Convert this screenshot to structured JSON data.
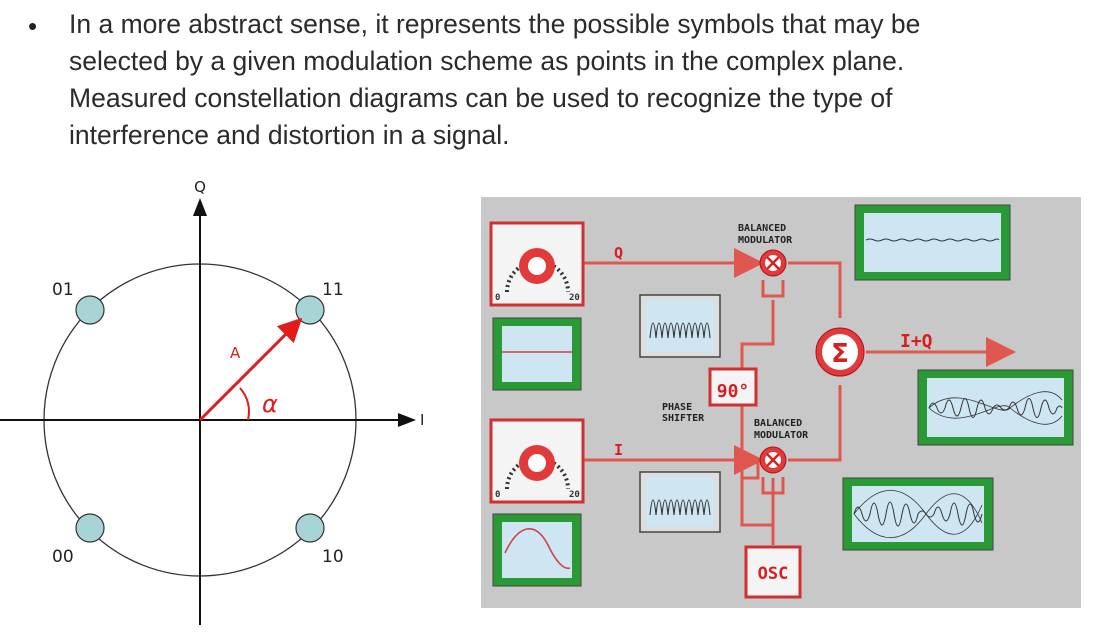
{
  "bullet": {
    "lines": [
      "In a more abstract sense, it represents the possible symbols that may be",
      "selected by a given modulation scheme as points in the complex plane.",
      "Measured constellation diagrams can be used to recognize the type of",
      "interference and distortion in a signal."
    ]
  },
  "constellation": {
    "axis_q_label": "Q",
    "axis_i_label": "I",
    "points": [
      {
        "label": "01",
        "i": -1,
        "q": 1
      },
      {
        "label": "11",
        "i": 1,
        "q": 1
      },
      {
        "label": "00",
        "i": -1,
        "q": -1
      },
      {
        "label": "10",
        "i": 1,
        "q": -1
      }
    ],
    "vector_label": "A",
    "angle_label": "α",
    "colors": {
      "point_fill": "#a8d4d6",
      "vector": "#e21a1a",
      "circle": "#333333"
    }
  },
  "block_diagram": {
    "q_label": "Q",
    "i_label": "I",
    "knob_min": "0",
    "knob_max": "20",
    "top_modulator_label": [
      "BALANCED",
      "MODULATOR"
    ],
    "bottom_modulator_label": [
      "BALANCED",
      "MODULATOR"
    ],
    "phase_shifter_label": [
      "PHASE",
      "SHIFTER"
    ],
    "phase_value": "90°",
    "sum_symbol": "Σ",
    "output_label": "I+Q",
    "osc_label": "OSC",
    "colors": {
      "panel": "#c8c8c8",
      "wire": "#e0574f",
      "screen": "#cde6f2",
      "green": "#22aa33"
    }
  }
}
